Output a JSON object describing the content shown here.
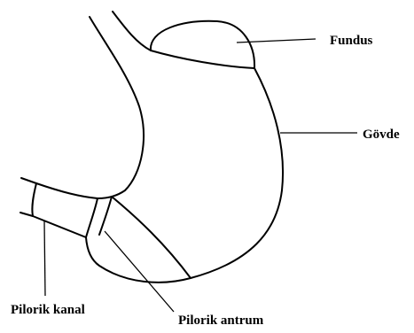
{
  "labels": {
    "fundus": "Fundus",
    "body": "Gövde",
    "pyloric_canal": "Pilorik kanal",
    "pyloric_antrum": "Pilorik antrum"
  },
  "colors": {
    "line": "#000000",
    "background": "#ffffff"
  }
}
